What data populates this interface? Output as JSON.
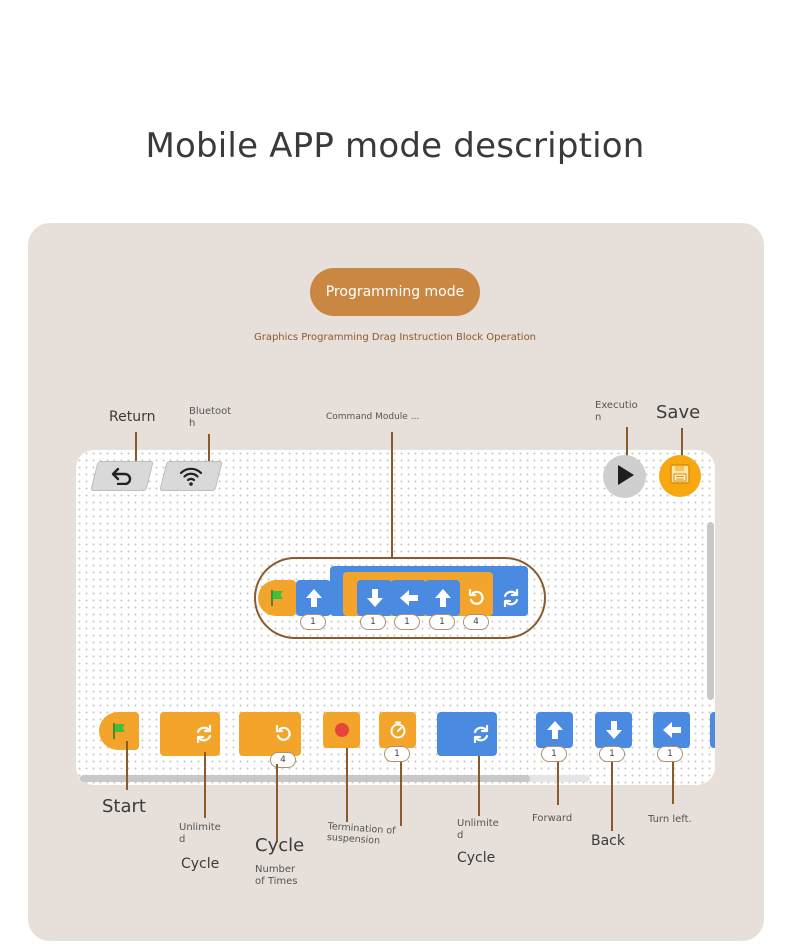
{
  "page": {
    "title": "Mobile APP mode description"
  },
  "mode": {
    "button_label": "Programming mode",
    "subtitle": "Graphics Programming Drag Instruction Block Operation"
  },
  "callouts": {
    "return": "Return",
    "bluetooth_line1": "Bluetoot",
    "bluetooth_line2": "h",
    "command_module": "Command Module ...",
    "execution_line1": "Executio",
    "execution_line2": "n",
    "save": "Save",
    "start": "Start",
    "unlimited1_line1": "Unlimite",
    "unlimited1_line2": "d",
    "cycle1": "Cycle",
    "cycle2": "Cycle",
    "number_of_times_line1": "Number",
    "number_of_times_line2": "of Times",
    "termination_line1": "Termination of",
    "termination_line2": "suspension",
    "unlimited2_line1": "Unlimite",
    "unlimited2_line2": "d",
    "cycle3": "Cycle",
    "forward": "Forward",
    "back": "Back",
    "turn_left": "Turn left."
  },
  "program": {
    "badges": [
      "1",
      "1",
      "1",
      "1",
      "4"
    ]
  },
  "palette": {
    "badges": {
      "cycle_times": "4",
      "delay": "1",
      "forward": "1",
      "back": "1",
      "turn_left": "1"
    }
  },
  "colors": {
    "accent": "#c98742",
    "leader": "#8b5a2b",
    "block_blue": "#4a8ae0",
    "block_orange": "#f2a52a",
    "save_button": "#f7a70f",
    "panel": "#e6dfda"
  },
  "icons": {
    "return": "undo-arrow-icon",
    "bluetooth": "wifi-signal-icon",
    "execution": "play-icon",
    "save": "floppy-save-icon",
    "start": "green-flag-icon"
  }
}
